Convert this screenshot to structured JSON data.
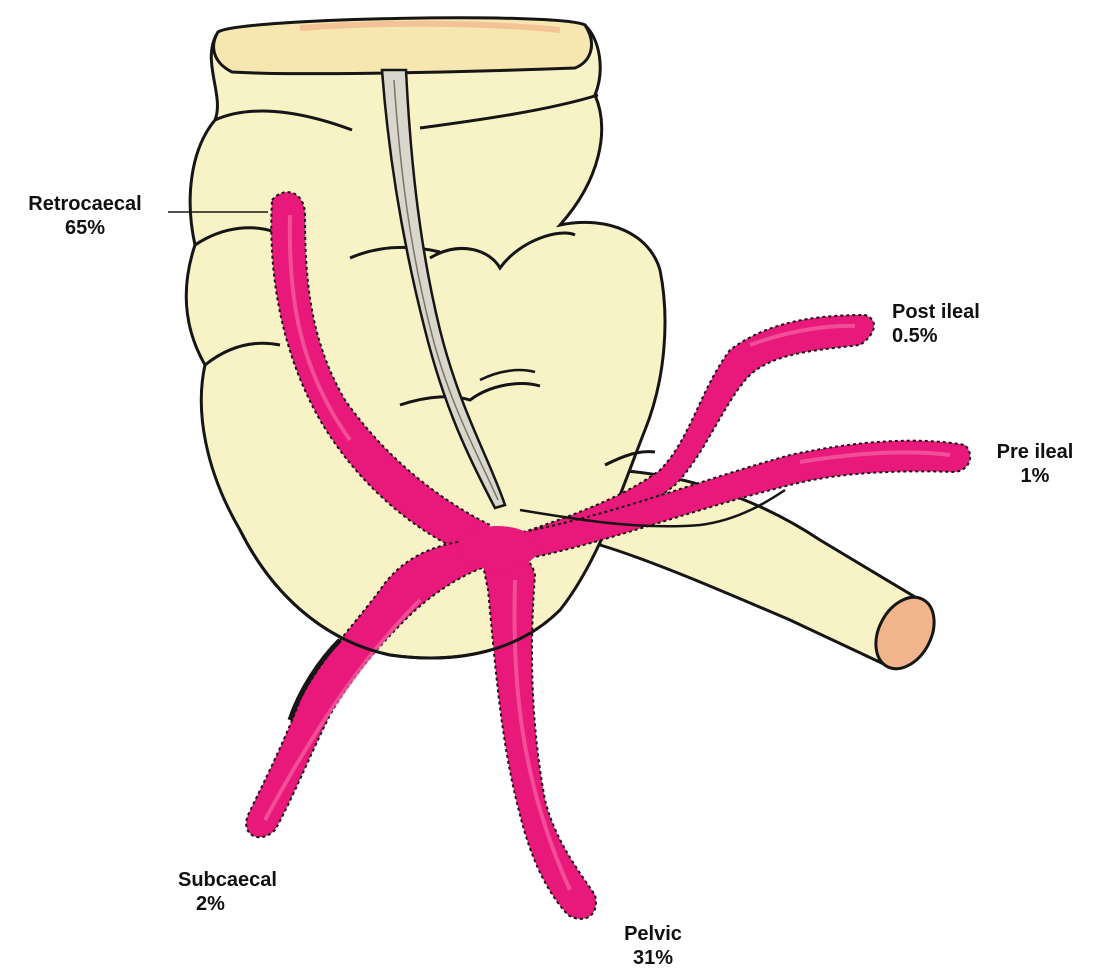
{
  "colors": {
    "background": "#ffffff",
    "caecum_fill": "#f8f3c7",
    "appendix_fill": "#e8197a",
    "appendix_highlight": "#f25aa0",
    "ileum_end_fill": "#f2b48a",
    "taenia_fill": "#d9d6cc",
    "outline": "#161616",
    "label_text": "#111111"
  },
  "labels": {
    "retrocaecal": {
      "name": "Retrocaecal",
      "percent": "65%"
    },
    "post_ileal": {
      "name": "Post ileal",
      "percent": "0.5%"
    },
    "pre_ileal": {
      "name": "Pre ileal",
      "percent": "1%"
    },
    "subcaecal": {
      "name": "Subcaecal",
      "percent": "2%"
    },
    "pelvic": {
      "name": "Pelvic",
      "percent": "31%"
    }
  }
}
